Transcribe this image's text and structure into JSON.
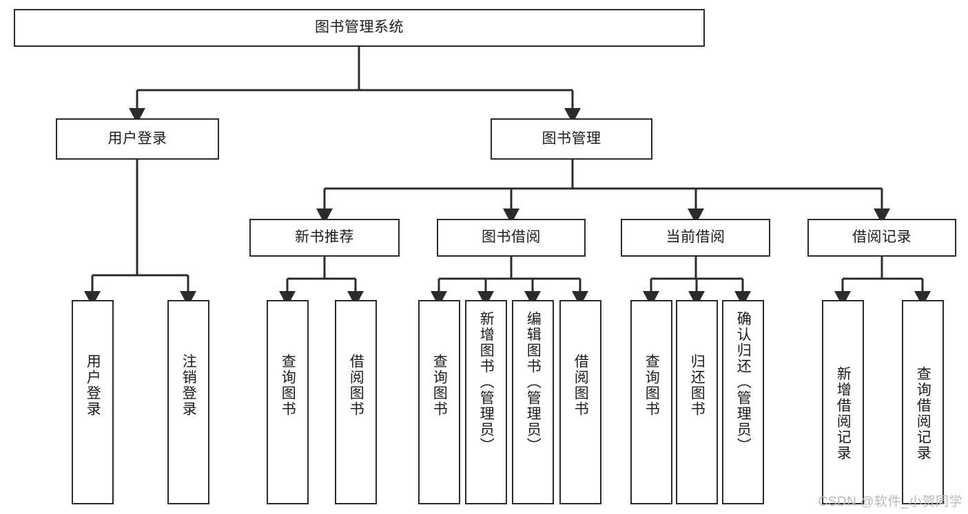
{
  "diagram": {
    "title": "图书管理系统",
    "type": "tree",
    "root": {
      "label": "图书管理系统"
    },
    "level2": [
      {
        "label": "用户登录"
      },
      {
        "label": "图书管理"
      }
    ],
    "level3": [
      {
        "label": "新书推荐"
      },
      {
        "label": "图书借阅"
      },
      {
        "label": "当前借阅"
      },
      {
        "label": "借阅记录"
      }
    ],
    "leaves": {
      "user_login": [
        {
          "label": "用户登录"
        },
        {
          "label": "注销登录"
        }
      ],
      "new_book_recommend": [
        {
          "label": "查询图书"
        },
        {
          "label": "借阅图书"
        }
      ],
      "book_borrow": [
        {
          "label": "查询图书"
        },
        {
          "label": "新增图书（管理员）"
        },
        {
          "label": "编辑图书（管理员）"
        },
        {
          "label": "借阅图书"
        }
      ],
      "current_borrow": [
        {
          "label": "查询图书"
        },
        {
          "label": "归还图书"
        },
        {
          "label": "确认归还（管理员）"
        }
      ],
      "borrow_record": [
        {
          "label": "新增借阅记录"
        },
        {
          "label": "查询借阅记录"
        }
      ]
    }
  },
  "watermark": {
    "text": "CSDN @软件_小贺同学"
  },
  "colors": {
    "stroke": "#2b2b2b",
    "background": "#ffffff",
    "text": "#1b1b1b",
    "watermark": "#b9b9b9"
  }
}
